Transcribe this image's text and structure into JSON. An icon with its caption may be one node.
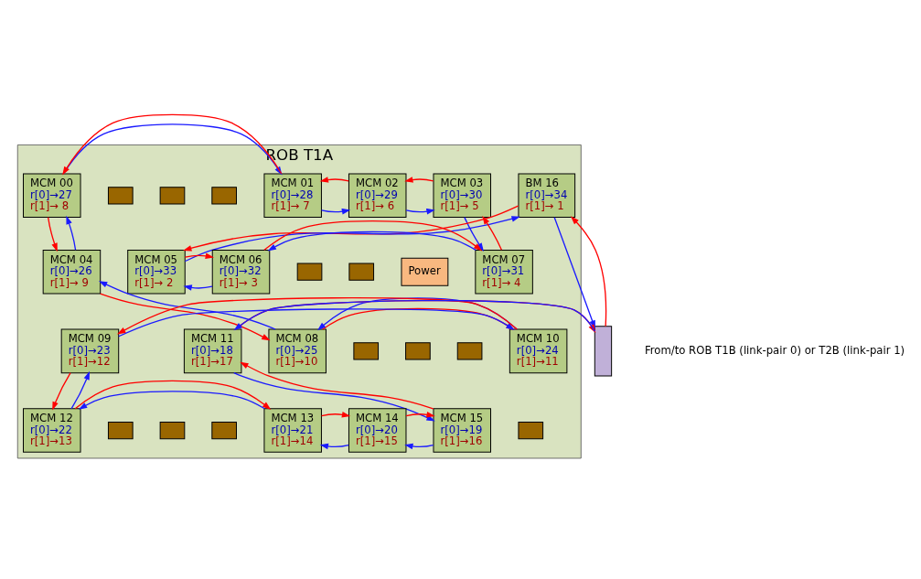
{
  "diagram": {
    "nodes": [
      {
        "text": [
          "ROB T1A"
        ]
      },
      {
        "text": [
          "Power"
        ],
        "in": 0
      },
      {
        "text": [],
        "shape": "box",
        "in": 0
      },
      {
        "text": [],
        "shape": "box",
        "in": 0
      },
      {
        "text": [],
        "shape": "box",
        "in": 0
      },
      {
        "text": [],
        "shape": "box",
        "in": 0
      },
      {
        "text": [],
        "shape": "box",
        "in": 0
      },
      {
        "text": [],
        "shape": "box",
        "in": 0
      },
      {
        "text": [],
        "shape": "box",
        "in": 0
      },
      {
        "text": [],
        "shape": "box",
        "in": 0
      },
      {
        "text": [],
        "shape": "box",
        "in": 0
      },
      {
        "text": [],
        "shape": "box",
        "in": 0
      },
      {
        "text": [],
        "shape": "box",
        "in": 0
      },
      {
        "text": [],
        "shape": "box",
        "in": 0
      },
      {
        "text": [
          "MCM 00",
          "r[0]→27",
          "r[1]→ 8"
        ],
        "in": 0
      },
      {
        "text": [
          "MCM 01",
          "r[0]→28",
          "r[1]→ 7"
        ],
        "in": 0
      },
      {
        "text": [
          "MCM 02",
          "r[0]→29",
          "r[1]→ 6"
        ],
        "in": 0
      },
      {
        "text": [
          "MCM 03",
          "r[0]→30",
          "r[1]→ 5"
        ],
        "in": 0
      },
      {
        "text": [
          "BM 16",
          "r[0]→34",
          "r[1]→ 1"
        ],
        "in": 0
      },
      {
        "text": [
          "MCM 04",
          "r[0]→26",
          "r[1]→ 9"
        ],
        "in": 0
      },
      {
        "text": [
          "MCM 05",
          "r[0]→33",
          "r[1]→ 2"
        ],
        "in": 0
      },
      {
        "text": [
          "MCM 06",
          "r[0]→32",
          "r[1]→ 3"
        ],
        "in": 0
      },
      {
        "text": [
          "MCM 07",
          "r[0]→31",
          "r[1]→ 4"
        ],
        "in": 0
      },
      {
        "text": [
          "MCM 08",
          "r[0]→25",
          "r[1]→10"
        ],
        "in": 0
      },
      {
        "text": [
          "MCM 09",
          "r[0]→23",
          "r[1]→12"
        ],
        "in": 0
      },
      {
        "text": [
          "MCM 10",
          "r[0]→24",
          "r[1]→11"
        ],
        "in": 0
      },
      {
        "text": [
          "MCM 11",
          "r[0]→18",
          "r[1]→17"
        ],
        "in": 0
      },
      {
        "text": [
          "MCM 12",
          "r[0]→22",
          "r[1]→13"
        ],
        "in": 0
      },
      {
        "text": [
          "MCM 13",
          "r[0]→21",
          "r[1]→14"
        ],
        "in": 0
      },
      {
        "text": [
          "MCM 14",
          "r[0]→20",
          "r[1]→15"
        ],
        "in": 0
      },
      {
        "text": [
          "MCM 15",
          "r[0]→19",
          "r[1]→16"
        ],
        "in": 0
      },
      {
        "text": [],
        "shape": "box"
      }
    ],
    "edges": [
      {
        "from": 14,
        "to": 15,
        "arrow": "to",
        "color": "#1a1aff"
      },
      {
        "from": 15,
        "to": 16,
        "arrow": "to",
        "color": "#1a1aff"
      },
      {
        "from": 16,
        "to": 17,
        "arrow": "to",
        "color": "#1a1aff"
      },
      {
        "from": 15,
        "to": 14,
        "arrow": "to",
        "color": "#ff0000"
      },
      {
        "from": 16,
        "to": 15,
        "arrow": "to",
        "color": "#ff0000"
      },
      {
        "from": 17,
        "to": 16,
        "arrow": "to",
        "color": "#ff0000"
      },
      {
        "from": 14,
        "to": 19,
        "arrow": "to",
        "color": "#ff0000"
      },
      {
        "from": 19,
        "to": 14,
        "arrow": "to",
        "color": "#1a1aff"
      },
      {
        "from": 17,
        "to": 22,
        "arrow": "to",
        "color": "#1a1aff"
      },
      {
        "from": 22,
        "to": 17,
        "arrow": "to",
        "color": "#ff0000"
      },
      {
        "from": 21,
        "to": 20,
        "arrow": "to",
        "color": "#1a1aff"
      },
      {
        "from": 22,
        "to": 21,
        "arrow": "to",
        "color": "#1a1aff"
      },
      {
        "from": 20,
        "to": 21,
        "arrow": "to",
        "color": "#ff0000"
      },
      {
        "from": 21,
        "to": 22,
        "arrow": "to",
        "color": "#ff0000"
      },
      {
        "from": 18,
        "to": 20,
        "arrow": "to",
        "color": "#ff0000"
      },
      {
        "from": 20,
        "to": 18,
        "arrow": "to",
        "color": "#1a1aff"
      },
      {
        "from": 18,
        "to": 31,
        "arrow": "to",
        "color": "#1a1aff"
      },
      {
        "from": 31,
        "to": 18,
        "arrow": "to",
        "color": "#ff0000"
      },
      {
        "from": 31,
        "to": 26,
        "arrow": "to",
        "color": "#1a1aff"
      },
      {
        "from": 26,
        "to": 31,
        "arrow": "to",
        "color": "#ff0000"
      },
      {
        "from": 23,
        "to": 19,
        "arrow": "to",
        "color": "#1a1aff"
      },
      {
        "from": 19,
        "to": 23,
        "arrow": "to",
        "color": "#ff0000"
      },
      {
        "from": 23,
        "to": 25,
        "arrow": "to",
        "color": "#ff0000"
      },
      {
        "from": 25,
        "to": 23,
        "arrow": "to",
        "color": "#1a1aff"
      },
      {
        "from": 24,
        "to": 25,
        "arrow": "to",
        "color": "#1a1aff"
      },
      {
        "from": 25,
        "to": 24,
        "arrow": "to",
        "color": "#ff0000"
      },
      {
        "from": 27,
        "to": 24,
        "arrow": "to",
        "color": "#1a1aff"
      },
      {
        "from": 24,
        "to": 27,
        "arrow": "to",
        "color": "#ff0000"
      },
      {
        "from": 26,
        "to": 30,
        "arrow": "to",
        "color": "#1a1aff"
      },
      {
        "from": 30,
        "to": 26,
        "arrow": "to",
        "color": "#ff0000"
      },
      {
        "from": 30,
        "to": 29,
        "arrow": "to",
        "color": "#1a1aff"
      },
      {
        "from": 29,
        "to": 28,
        "arrow": "to",
        "color": "#1a1aff"
      },
      {
        "from": 28,
        "to": 27,
        "arrow": "to",
        "color": "#1a1aff"
      },
      {
        "from": 27,
        "to": 28,
        "arrow": "to",
        "color": "#ff0000"
      },
      {
        "from": 28,
        "to": 29,
        "arrow": "to",
        "color": "#ff0000"
      },
      {
        "from": 29,
        "to": 30,
        "arrow": "to",
        "color": "#ff0000"
      }
    ],
    "labels": [
      "From/to ROB T1B (link-pair 0) or T2B (link-pair 1)"
    ]
  }
}
